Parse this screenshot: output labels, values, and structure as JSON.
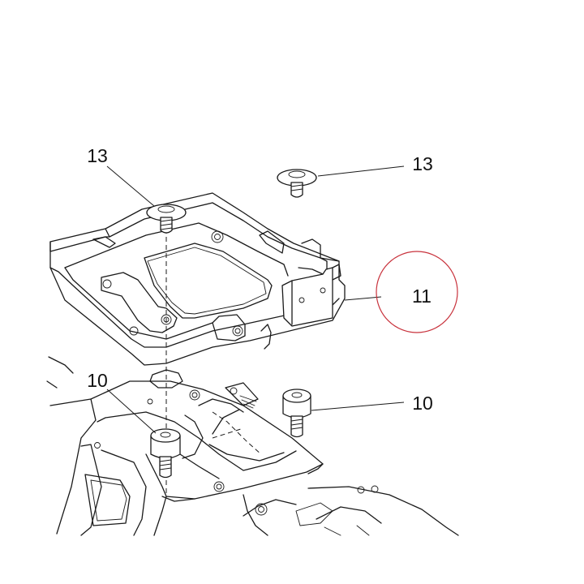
{
  "callouts": {
    "bolt_left": "13",
    "bolt_right": "13",
    "plate": "11",
    "mount_left": "10",
    "mount_right": "10"
  },
  "highlight": {
    "color": "#c8323c",
    "target": "11"
  },
  "colors": {
    "ink": "#1a1a1a",
    "background": "#ffffff"
  }
}
